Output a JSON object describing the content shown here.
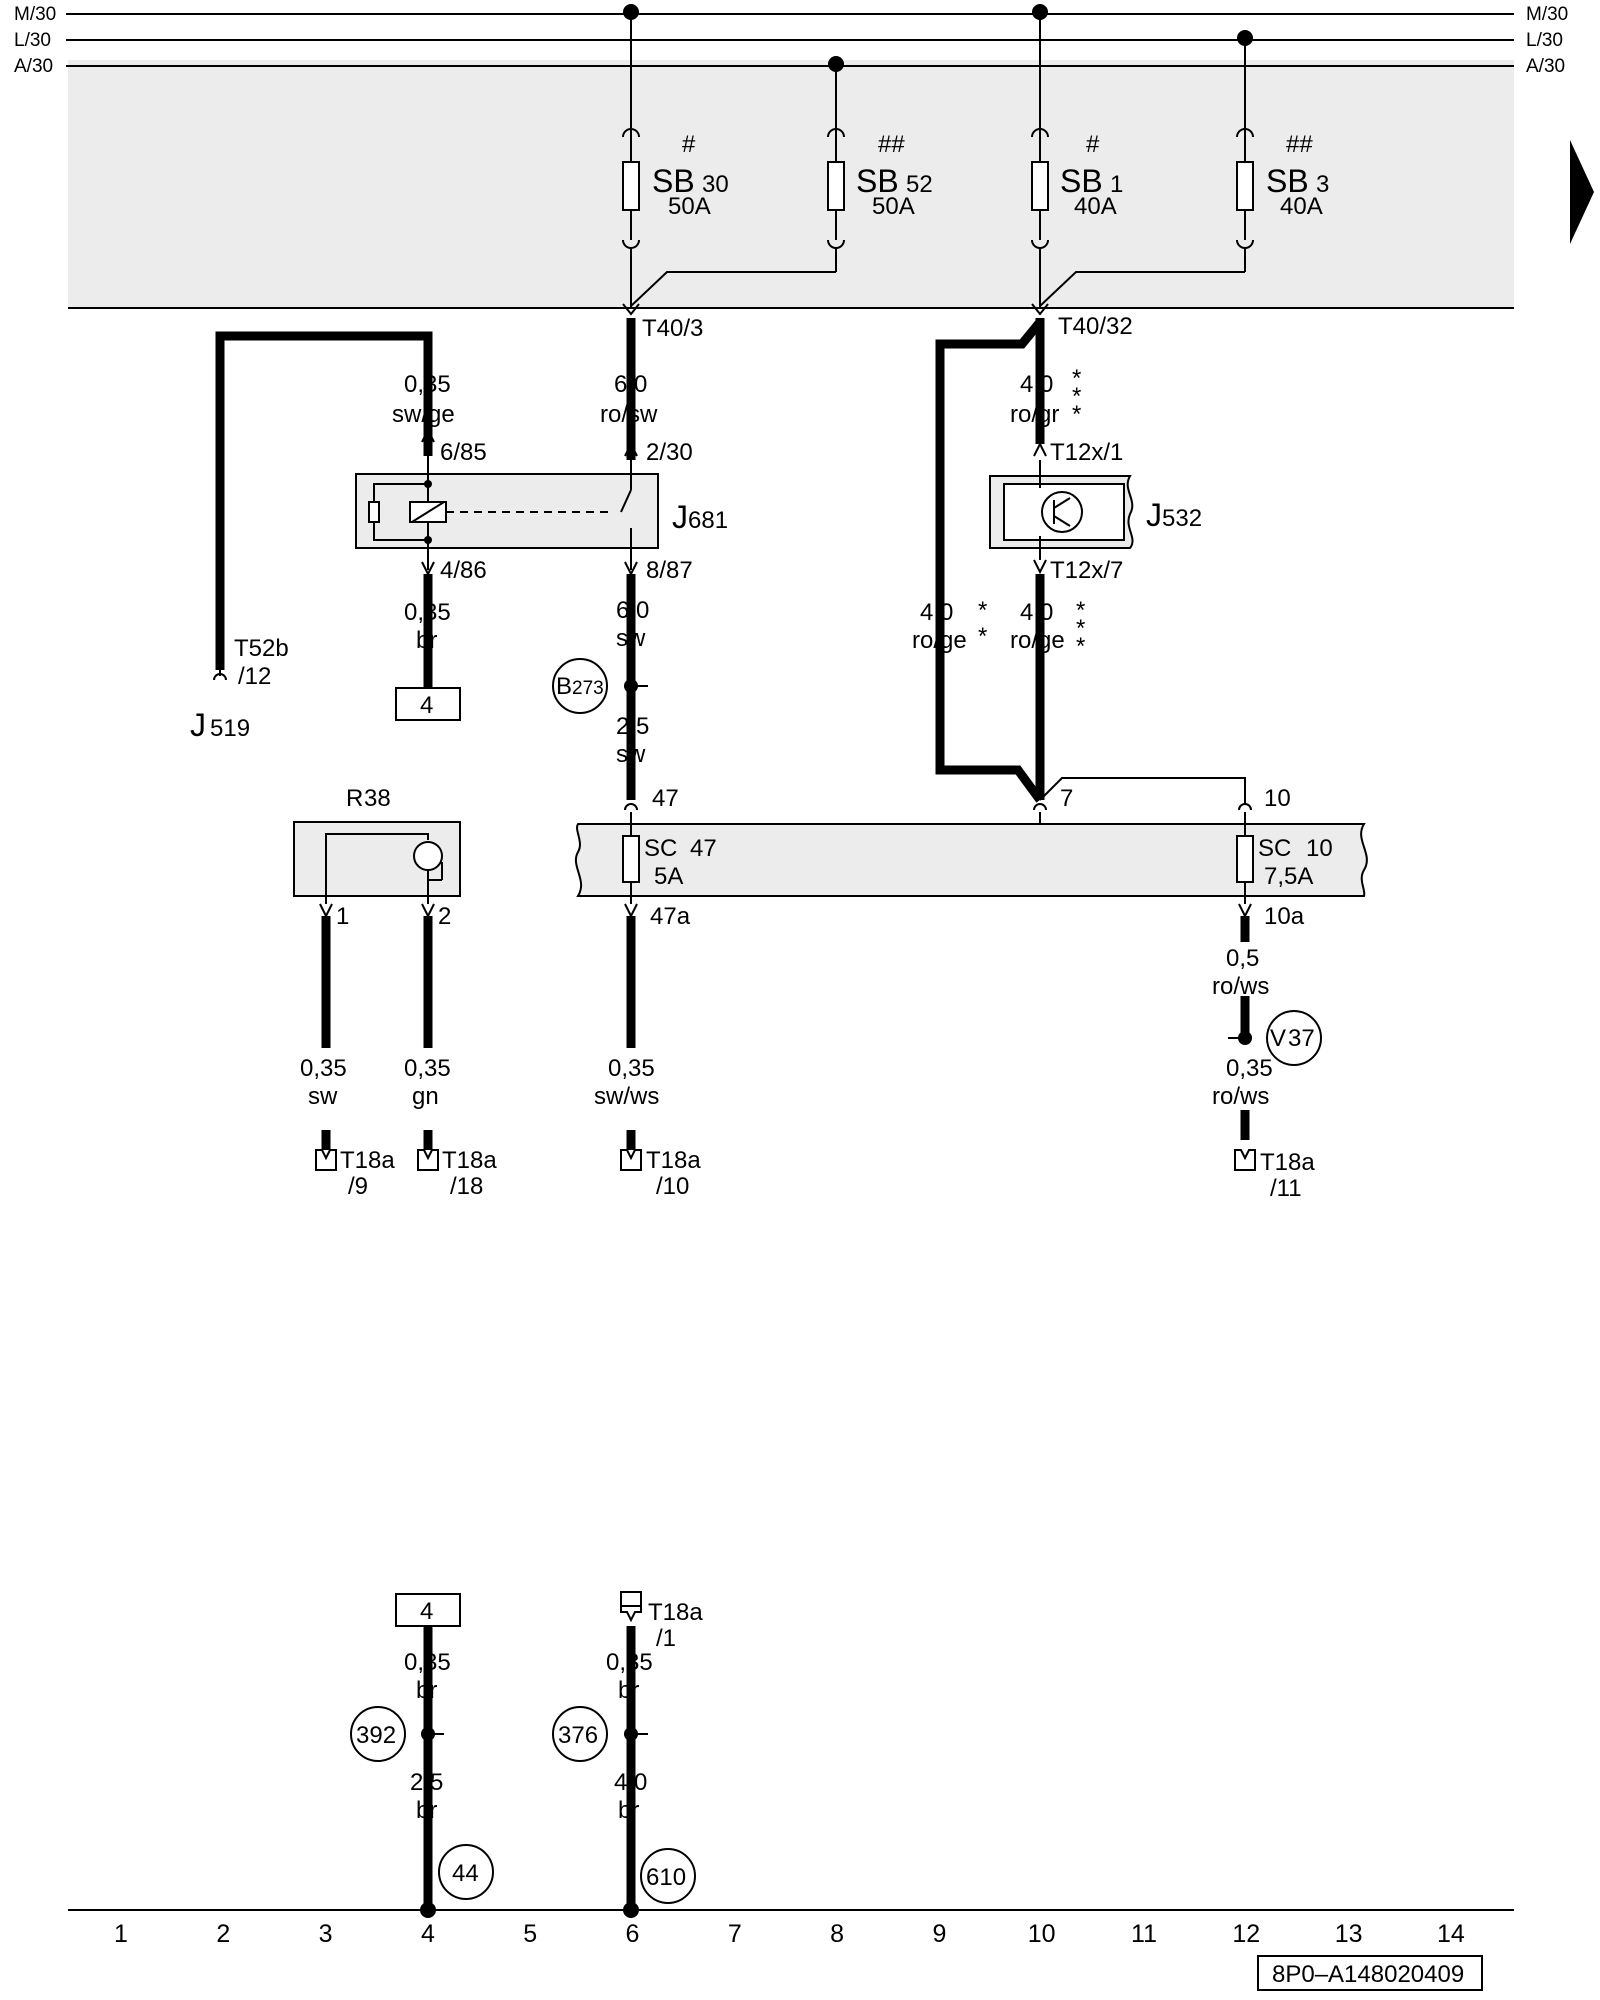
{
  "supply_lines": {
    "m30_left": "M/30",
    "l30_left": "L/30",
    "a30_left": "A/30",
    "m30_right": "M/30",
    "l30_right": "L/30",
    "a30_right": "A/30"
  },
  "fuses": {
    "sb30": {
      "mark": "#",
      "prefix": "SB",
      "num": "30",
      "rating": "50A"
    },
    "sb52": {
      "mark": "##",
      "prefix": "SB",
      "num": "52",
      "rating": "50A"
    },
    "sb1": {
      "mark": "#",
      "prefix": "SB",
      "num": "1",
      "rating": "40A"
    },
    "sb3": {
      "mark": "##",
      "prefix": "SB",
      "num": "3",
      "rating": "40A"
    },
    "sc47": {
      "prefix": "SC",
      "num": "47",
      "rating": "5A"
    },
    "sc10": {
      "prefix": "SC",
      "num": "10",
      "rating": "7,5A"
    }
  },
  "components": {
    "j681": {
      "prefix": "J",
      "num": "681"
    },
    "j532": {
      "prefix": "J",
      "num": "532"
    },
    "j519": {
      "prefix": "J",
      "num": "519"
    },
    "r38": {
      "prefix": "R",
      "num": "38"
    }
  },
  "connectors": {
    "t40_3": "T40/3",
    "t40_32": "T40/32",
    "j681_in_left": "6/85",
    "j681_in_right": "2/30",
    "j681_out_left": "4/86",
    "j681_out_right": "8/87",
    "t12x_1": "T12x/1",
    "t12x_7": "T12x/7",
    "t52b": "T52b",
    "t52b_pin": "/12",
    "sc_in_47": "47",
    "sc_out_47a": "47a",
    "sc_node_7": "7",
    "sc_in_10": "10",
    "sc_out_10a": "10a",
    "r38_pin1": "1",
    "r38_pin2": "2",
    "t18a": "T18a",
    "t18a_pin9": "/9",
    "t18a_pin18": "/18",
    "t18a_pin10": "/10",
    "t18a_pin11": "/11",
    "t18a_pin1": "/1"
  },
  "wires": {
    "w_t52b_size": "0,35",
    "w_t52b_color": "sw/ge",
    "w_t403_size": "6,0",
    "w_t403_color": "ro/sw",
    "w_t4032_size": "4,0",
    "w_t4032_color": "ro/gr",
    "w_486_size": "0,35",
    "w_486_color": "br",
    "w_887_size": "6,0",
    "w_887_color": "sw",
    "w_sc47_size": "2,5",
    "w_sc47_color": "sw",
    "w_left40_size": "4,0",
    "w_left40_color": "ro/ge",
    "w_t12x7_size": "4,0",
    "w_t12x7_color": "ro/ge",
    "w_r1_size": "0,35",
    "w_r1_color": "sw",
    "w_r2_size": "0,35",
    "w_r2_color": "gn",
    "w_47a_size": "0,35",
    "w_47a_color": "sw/ws",
    "w_10a_size": "0,5",
    "w_10a_color": "ro/ws",
    "w_v37_size": "0,35",
    "w_v37_color": "ro/ws",
    "w_gnd4_top_size": "0,35",
    "w_gnd4_top_color": "br",
    "w_gnd4_bot_size": "2,5",
    "w_gnd4_bot_color": "br",
    "w_gnd6_top_size": "0,35",
    "w_gnd6_top_color": "br",
    "w_gnd6_bot_size": "4,0",
    "w_gnd6_bot_color": "br"
  },
  "footnote_marks": {
    "single": "*",
    "double": "* *",
    "triple": "* * *"
  },
  "refs": {
    "box4_top": "4",
    "box4_bottom": "4"
  },
  "junctions": {
    "b273_prefix": "B",
    "b273_num": "273",
    "v37_prefix": "V",
    "v37_num": "37"
  },
  "ground_points": {
    "g392": "392",
    "g376": "376",
    "g44": "44",
    "g610": "610"
  },
  "grid_numbers": [
    "1",
    "2",
    "3",
    "4",
    "5",
    "6",
    "7",
    "8",
    "9",
    "10",
    "11",
    "12",
    "13",
    "14"
  ],
  "diagram_code": "8P0–A148020409"
}
